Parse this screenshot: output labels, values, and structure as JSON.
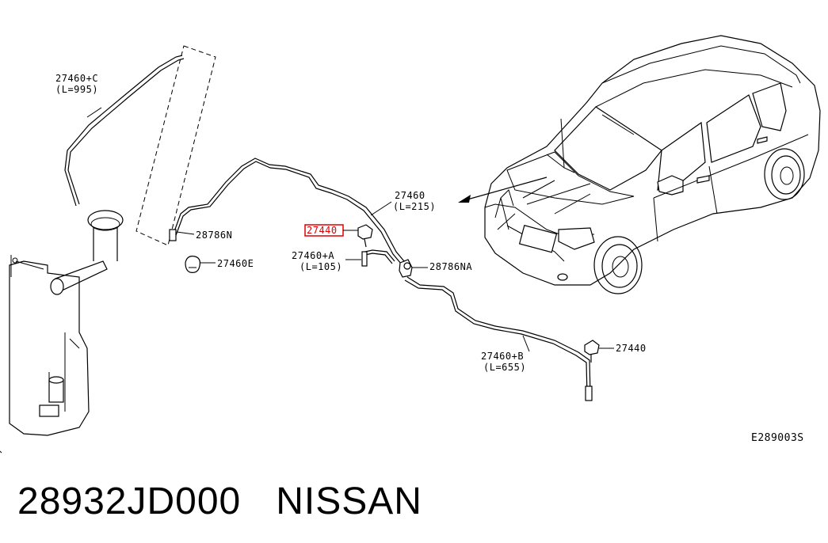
{
  "diagram_code": "E289003S",
  "caption": {
    "part_number": "28932JD000",
    "brand": "NISSAN"
  },
  "callouts": {
    "hose_c": {
      "code": "27460+C",
      "length": "(L=995)"
    },
    "clip_n": {
      "code": "28786N"
    },
    "clip_e": {
      "code": "27460E"
    },
    "nozzle_highlighted": {
      "code": "27440",
      "highlight_color": "#e00000"
    },
    "hose_a": {
      "code": "27460+A",
      "length": "(L=105)"
    },
    "hose_main": {
      "code": "27460",
      "length": "(L=215)"
    },
    "clip_na": {
      "code": "28786NA"
    },
    "hose_b": {
      "code": "27460+B",
      "length": "(L=655)"
    },
    "nozzle_right": {
      "code": "27440"
    }
  }
}
